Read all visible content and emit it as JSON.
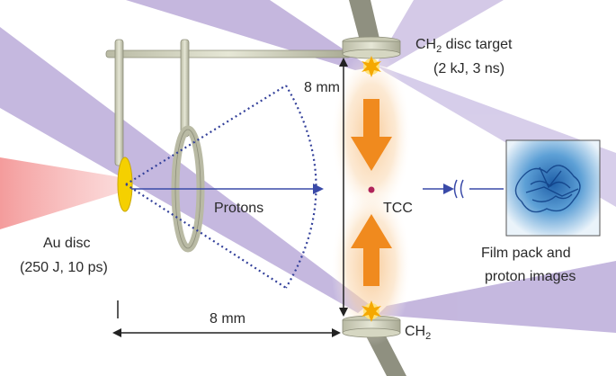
{
  "labels": {
    "target_top_name": "CH",
    "target_top_sub": "2",
    "target_top_rest": " disc target",
    "target_top_params": "(2 kJ, 3 ns)",
    "vertical_distance": "8 mm",
    "horizontal_distance": "8 mm",
    "protons": "Protons",
    "tcc": "TCC",
    "au_disc": "Au disc",
    "au_params": "(250 J, 10 ps)",
    "film_line1": "Film pack and",
    "film_line2": "proton images",
    "target_bottom_name": "CH",
    "target_bottom_sub": "2"
  },
  "colors": {
    "drive_beam": "#b2a0d4",
    "proton_laser": "#f28a8a",
    "au_disc": "#f5d000",
    "plasma_flow": "#f08a1e",
    "proton_arrow": "#3a4aa8",
    "tcc_dot": "#b0245a",
    "mount": "#d7d8c4",
    "film_image": "#2f7fc0"
  }
}
